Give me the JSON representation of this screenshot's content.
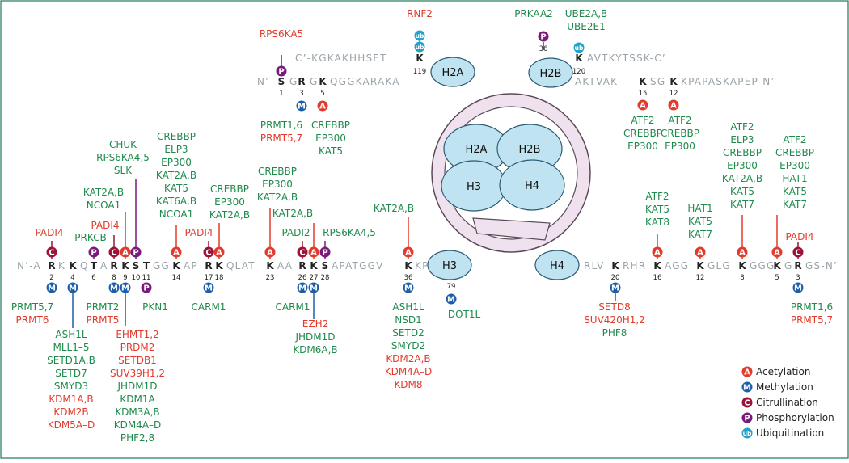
{
  "colors": {
    "acetylation": "#e23a2b",
    "methylation": "#1d5ea8",
    "citrullination": "#9c1238",
    "phosphorylation": "#7a1a7a",
    "ubiquitination": "#22a2c8",
    "enzyme_green": "#1f8a4c",
    "enzyme_red": "#e23a2b",
    "histone_fill": "#bfe3f0",
    "dna_fill": "#efe2ee"
  },
  "legend": {
    "A": "Acetylation",
    "M": "Methylation",
    "C": "Citrullination",
    "P": "Phosphorylation",
    "ub": "Ubiquitination"
  },
  "histones": {
    "h2a": "H2A",
    "h2b": "H2B",
    "h3": "H3",
    "h4": "H4"
  },
  "h2a_n": {
    "prefix": "N’-",
    "s1": "S",
    "s1n": "1",
    "g": "G",
    "r3": "R",
    "r3n": "3",
    "g2": "G",
    "k5": "K",
    "k5n": "5",
    "rest": "QGGKARAKA"
  },
  "h2a_c": {
    "text": "C’-KGKAKHHSET",
    "k119": "K",
    "k119n": "119"
  },
  "h2b_c": {
    "k120": "K",
    "k120n": "120",
    "text": "AVTKYTSSK-C’"
  },
  "h2b_n": {
    "lead": "AKTVAK",
    "k15": "K",
    "k15n": "15",
    "sg": "SG",
    "k12": "K",
    "k12n": "12",
    "rest": "KPAPASKAPEP-N’"
  },
  "h3": {
    "s1": "N’-A",
    "r2": "R",
    "r2n": "2",
    "s2": "K",
    "k4": "K",
    "k4n": "4",
    "s3": "Q",
    "t6": "T",
    "t6n": "6",
    "s4": "A",
    "r8": "R",
    "r8n": "8",
    "k9": "K",
    "k9n": "9",
    "s10": "S",
    "s10n": "10",
    "t11": "T",
    "t11n": "11",
    "s5": "GG",
    "k14": "K",
    "k14n": "14",
    "s6": "AP",
    "r17": "R",
    "r17n": "17",
    "k18": "K",
    "k18n": "18",
    "s7": "QLAT",
    "k23": "K",
    "k23n": "23",
    "s8": "AA",
    "r26": "R",
    "r26n": "26",
    "k27": "K",
    "k27n": "27",
    "s28": "S",
    "s28n": "28",
    "s9": "APATGGV",
    "k36": "K",
    "k36n": "36",
    "s11": "KP",
    "k79n": "79"
  },
  "h4": {
    "s1": "RLV",
    "k20": "K",
    "k20n": "20",
    "s2": "RHR",
    "k16": "K",
    "k16n": "16",
    "s3": "AGG",
    "k12": "K",
    "k12n": "12",
    "s4": "GLG",
    "k8": "K",
    "k8n": "8",
    "s5": "GGG",
    "k5": "K",
    "k5n": "5",
    "s6": "G",
    "r3": "R",
    "r3n": "3",
    "s7": "GS-N’"
  },
  "enzymes": {
    "h2a_top_rps6ka5": "RPS6KA5",
    "rnf2": "RNF2",
    "prkaa2": "PRKAA2",
    "h2b_ub1": "UBE2A,B",
    "h2b_ub2": "UBE2E1",
    "h2a_r3_1": "PRMT1,6",
    "h2a_r3_2": "PRMT5,7",
    "h2a_k5_1": "CREBBP",
    "h2a_k5_2": "EP300",
    "h2a_k5_3": "KAT5",
    "h2b_k15_1": "ATF2",
    "h2b_k15_2": "CREBBP",
    "h2b_k15_3": "EP300",
    "h2b_k12_1": "ATF2",
    "h2b_k12_2": "CREBBP",
    "h2b_k12_3": "EP300",
    "h3_chuk_1": "CHUK",
    "h3_chuk_2": "RPS6KA4,5",
    "h3_chuk_3": "SLK",
    "h3_k9ac_1": "KAT2A,B",
    "h3_k9ac_2": "NCOA1",
    "h3_padi4_r8": "PADI4",
    "h3_prkcb": "PRKCB",
    "h3_padi4_r2": "PADI4",
    "h3_k14_1": "CREBBP",
    "h3_k14_2": "ELP3",
    "h3_k14_3": "EP300",
    "h3_k14_4": "KAT2A,B",
    "h3_k14_5": "KAT5",
    "h3_k14_6": "KAT6A,B",
    "h3_k14_7": "NCOA1",
    "h3_k18_1": "CREBBP",
    "h3_k18_2": "EP300",
    "h3_k18_3": "KAT2A,B",
    "h3_padi4_r17": "PADI4",
    "h3_k23_1": "CREBBP",
    "h3_k23_2": "EP300",
    "h3_k23_3": "KAT2A,B",
    "h3_k27ac": "KAT2A,B",
    "h3_padi2": "PADI2",
    "h3_rps6ka45": "RPS6KA4,5",
    "h3_k36ac": "KAT2A,B",
    "h3_r2m_1": "PRMT5,7",
    "h3_r2m_2": "PRMT6",
    "h3_r8m_1": "PRMT2",
    "h3_r8m_2": "PRMT5",
    "h3_pkn1": "PKN1",
    "h3_carm1_17": "CARM1",
    "h3_carm1_26": "CARM1",
    "h3_k4_1": "ASH1L",
    "h3_k4_2": "MLL1–5",
    "h3_k4_3": "SETD1A,B",
    "h3_k4_4": "SETD7",
    "h3_k4_5": "SMYD3",
    "h3_k4_6": "KDM1A,B",
    "h3_k4_7": "KDM2B",
    "h3_k4_8": "KDM5A–D",
    "h3_k9_1": "EHMT1,2",
    "h3_k9_2": "PRDM2",
    "h3_k9_3": "SETDB1",
    "h3_k9_4": "SUV39H1,2",
    "h3_k9_5": "JHDM1D",
    "h3_k9_6": "KDM1A",
    "h3_k9_7": "KDM3A,B",
    "h3_k9_8": "KDM4A–D",
    "h3_k9_9": "PHF2,8",
    "h3_k27_1": "EZH2",
    "h3_k27_2": "JHDM1D",
    "h3_k27_3": "KDM6A,B",
    "h3_k36_1": "ASH1L",
    "h3_k36_2": "NSD1",
    "h3_k36_3": "SETD2",
    "h3_k36_4": "SMYD2",
    "h3_k36_5": "KDM2A,B",
    "h3_k36_6": "KDM4A–D",
    "h3_k36_7": "KDM8",
    "h3_dot1l": "DOT1L",
    "h4_k16_1": "ATF2",
    "h4_k16_2": "KAT5",
    "h4_k16_3": "KAT8",
    "h4_k12_1": "HAT1",
    "h4_k12_2": "KAT5",
    "h4_k12_3": "KAT7",
    "h4_k8_1": "ATF2",
    "h4_k8_2": "ELP3",
    "h4_k8_3": "CREBBP",
    "h4_k8_4": "EP300",
    "h4_k8_5": "KAT2A,B",
    "h4_k8_6": "KAT5",
    "h4_k8_7": "KAT7",
    "h4_k5_1": "ATF2",
    "h4_k5_2": "CREBBP",
    "h4_k5_3": "EP300",
    "h4_k5_4": "HAT1",
    "h4_k5_5": "KAT5",
    "h4_k5_6": "KAT7",
    "h4_padi4": "PADI4",
    "h4_r3_1": "PRMT1,6",
    "h4_r3_2": "PRMT5,7",
    "h4_k20_1": "SETD8",
    "h4_k20_2": "SUV420H1,2",
    "h4_k20_3": "PHF8"
  }
}
